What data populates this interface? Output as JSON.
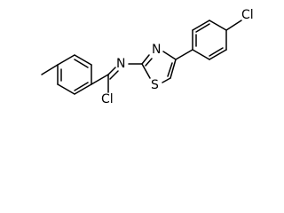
{
  "molecule": {
    "atoms": {
      "ring_nitrogen": "N",
      "sulfur": "S",
      "imine_nitrogen": "N",
      "chlorine_top": "Cl",
      "chlorine_bottom": "Cl"
    }
  }
}
